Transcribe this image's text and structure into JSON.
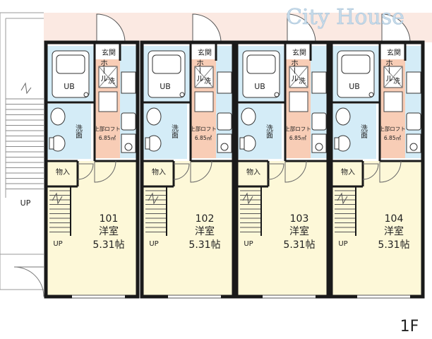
{
  "watermark": "City House",
  "floor_label": "1F",
  "exterior_stair_label": "UP",
  "units": [
    {
      "number": "101",
      "room_type": "洋室",
      "area": "5.31帖",
      "bath": "UB",
      "entrance": "玄関",
      "hall": "ホール",
      "laundry": "洗",
      "washroom": "洗面",
      "storage": "物入",
      "loft": "上部ロフト",
      "loft_area": "6.85㎡",
      "stair": "UP"
    },
    {
      "number": "102",
      "room_type": "洋室",
      "area": "5.31帖",
      "bath": "UB",
      "entrance": "玄関",
      "hall": "ホール",
      "laundry": "洗",
      "washroom": "洗面",
      "storage": "物入",
      "loft": "上部ロフト",
      "loft_area": "6.85㎡",
      "stair": "UP"
    },
    {
      "number": "103",
      "room_type": "洋室",
      "area": "5.31帖",
      "bath": "UB",
      "entrance": "玄関",
      "hall": "ホール",
      "laundry": "洗",
      "washroom": "洗面",
      "storage": "物入",
      "loft": "上部ロフト",
      "loft_area": "6.85㎡",
      "stair": "UP"
    },
    {
      "number": "104",
      "room_type": "洋室",
      "area": "5.31帖",
      "bath": "UB",
      "entrance": "玄関",
      "hall": "ホール",
      "laundry": "洗",
      "washroom": "洗面",
      "storage": "物入",
      "loft": "上部ロフト",
      "loft_area": "6.85㎡",
      "stair": "UP"
    }
  ],
  "colors": {
    "wall": "#1a1a1a",
    "room": "#fdf8d8",
    "entry": "#f8cdb6",
    "wet": "#d4ecf7",
    "corridor": "#fbe9e2",
    "fixture": "#ffffff",
    "watermark": "#c7dbea"
  }
}
